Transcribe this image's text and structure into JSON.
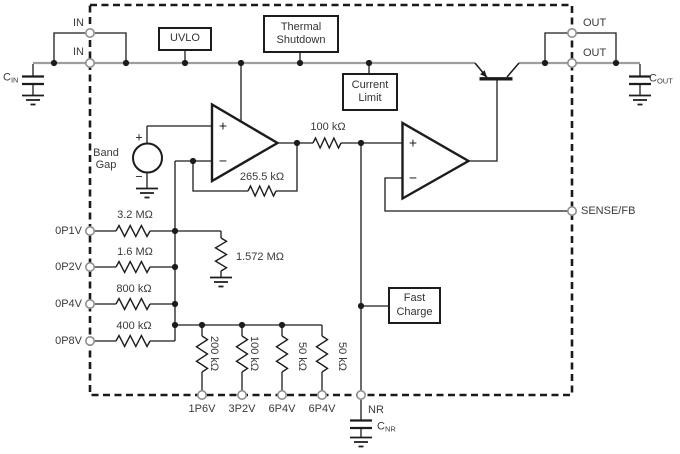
{
  "pins": {
    "in_top": "IN",
    "in_bottom": "IN",
    "out_top": "OUT",
    "out_bottom": "OUT",
    "sense_fb": "SENSE/FB",
    "nr": "NR",
    "left": [
      {
        "label": "0P1V",
        "resistor": "3.2 MΩ"
      },
      {
        "label": "0P2V",
        "resistor": "1.6 MΩ"
      },
      {
        "label": "0P4V",
        "resistor": "800 kΩ"
      },
      {
        "label": "0P8V",
        "resistor": "400 kΩ"
      }
    ],
    "bottom": [
      {
        "label": "1P6V",
        "resistor": "200 kΩ"
      },
      {
        "label": "3P2V",
        "resistor": "100 kΩ"
      },
      {
        "label": "6P4V",
        "resistor": "50 kΩ"
      },
      {
        "label": "6P4V",
        "resistor": "50 kΩ"
      }
    ]
  },
  "blocks": {
    "uvlo": "UVLO",
    "thermal_shutdown": "Thermal Shutdown",
    "current_limit": "Current Limit",
    "fast_charge": "Fast Charge"
  },
  "components": {
    "band_gap": "Band Gap",
    "r_feedback": "265.5 kΩ",
    "r_series": "100 kΩ",
    "r_ground": "1.572 MΩ",
    "c_in": {
      "main": "C",
      "sub": "IN"
    },
    "c_out": {
      "main": "C",
      "sub": "OUT"
    },
    "c_nr": {
      "main": "C",
      "sub": "NR"
    }
  },
  "symbols": {
    "plus": "+",
    "minus": "−"
  },
  "colors": {
    "wire": "#1c1c1c",
    "rail": "#9e9e9e",
    "text": "#3a3a3a"
  }
}
